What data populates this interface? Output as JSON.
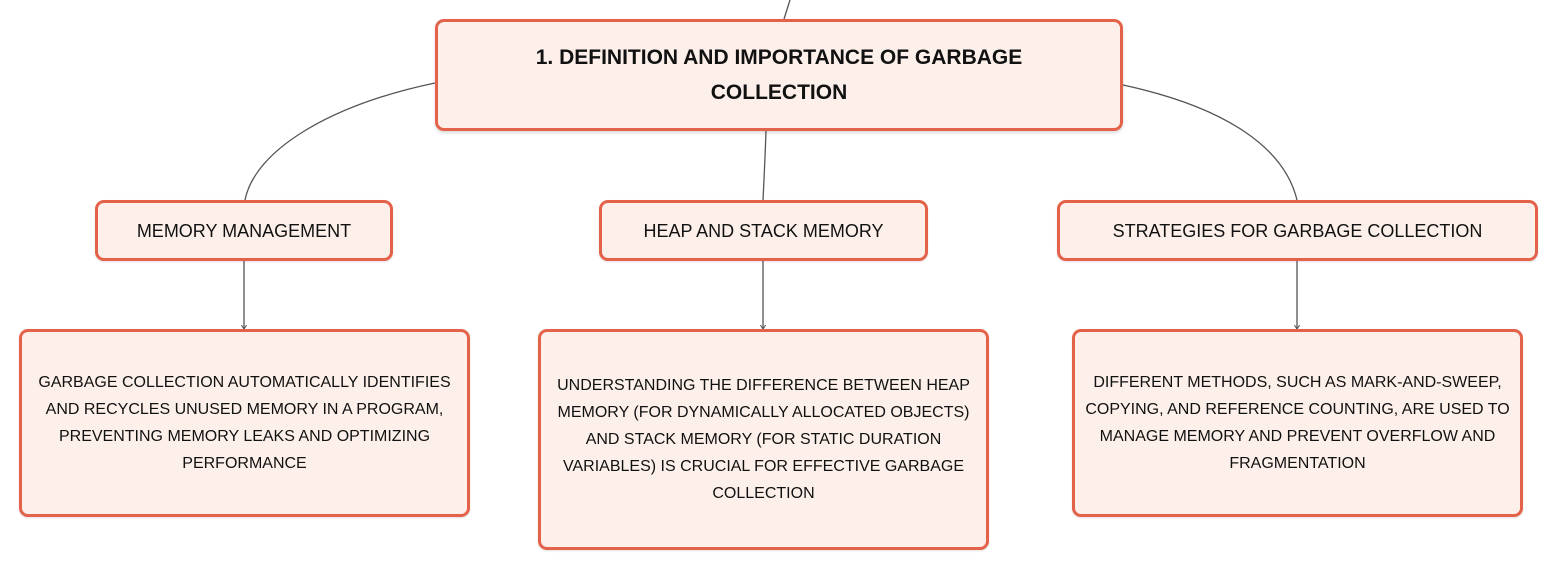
{
  "diagram": {
    "root": {
      "label": "1. DEFINITION AND IMPORTANCE OF GARBAGE COLLECTION"
    },
    "topics": [
      {
        "label": "MEMORY MANAGEMENT",
        "detail": "GARBAGE COLLECTION AUTOMATICALLY IDENTIFIES AND RECYCLES UNUSED MEMORY IN A PROGRAM, PREVENTING MEMORY LEAKS AND OPTIMIZING PERFORMANCE"
      },
      {
        "label": "HEAP AND STACK MEMORY",
        "detail": "UNDERSTANDING THE DIFFERENCE BETWEEN HEAP MEMORY (FOR DYNAMICALLY ALLOCATED OBJECTS) AND STACK MEMORY (FOR STATIC DURATION VARIABLES) IS CRUCIAL FOR EFFECTIVE GARBAGE COLLECTION"
      },
      {
        "label": "STRATEGIES FOR GARBAGE COLLECTION",
        "detail": "DIFFERENT METHODS, SUCH AS MARK-AND-SWEEP, COPYING, AND REFERENCE COUNTING, ARE USED TO MANAGE MEMORY AND PREVENT OVERFLOW AND FRAGMENTATION"
      }
    ],
    "colors": {
      "node_border": "#e5624a",
      "node_fill": "#fdf0ea",
      "connector": "#555555",
      "text": "#111111"
    }
  }
}
